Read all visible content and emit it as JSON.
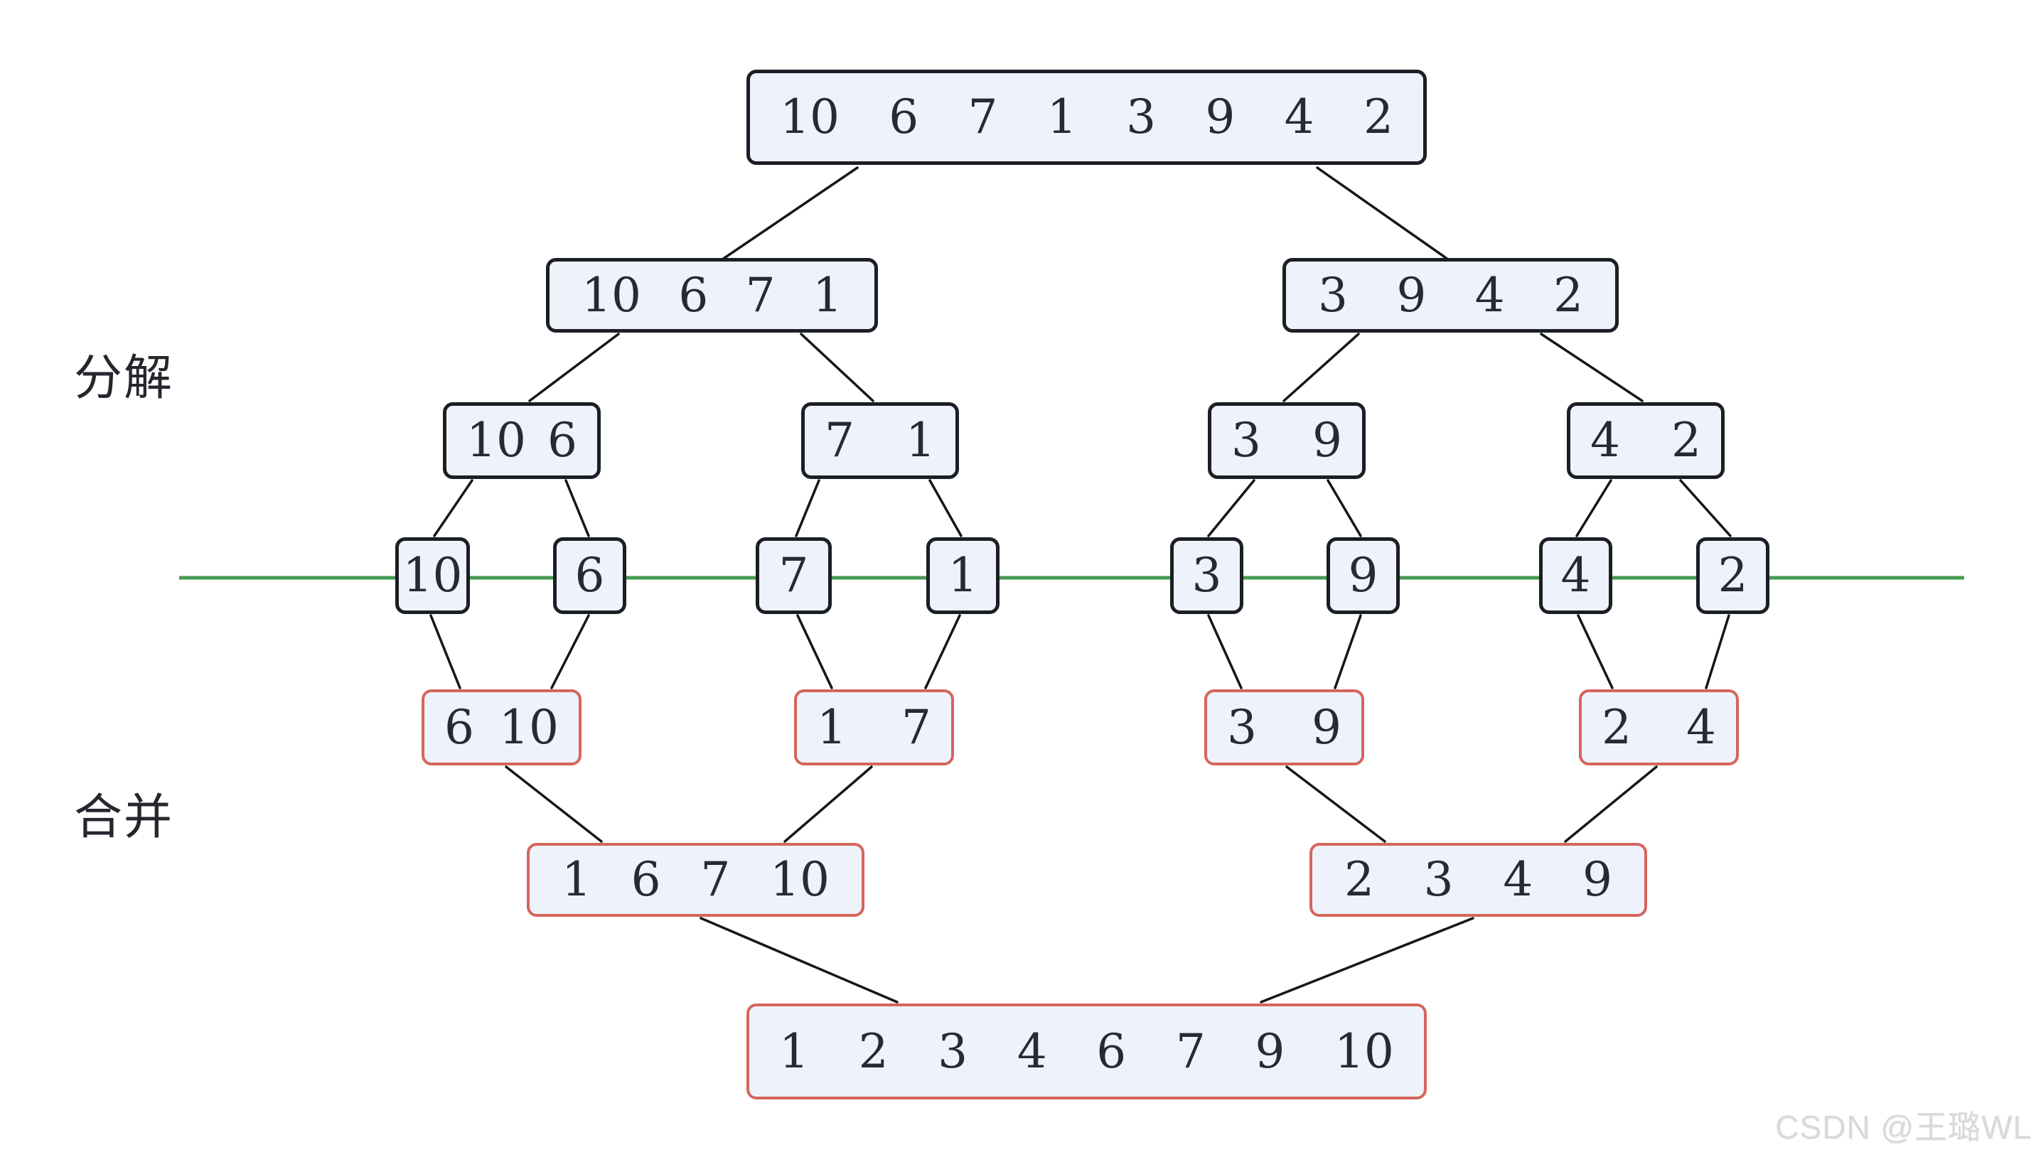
{
  "labels": {
    "decompose": "分解",
    "merge": "合并"
  },
  "watermark": "CSDN @王璐WL",
  "colors": {
    "box_fill": "#eef2fb",
    "box_border_decompose": "#1b1e24",
    "box_border_merge": "#d5655c",
    "edge_line": "#15161a",
    "divider_line": "#459a52",
    "number_text": "#262a33",
    "watermark_text": "#d9d9d9"
  },
  "nodes": {
    "root": {
      "values": [
        "10",
        "6",
        "7",
        "1",
        "3",
        "9",
        "4",
        "2"
      ]
    },
    "d1_left": {
      "values": [
        "10",
        "6",
        "7",
        "1"
      ]
    },
    "d1_right": {
      "values": [
        "3",
        "9",
        "4",
        "2"
      ]
    },
    "d2_a": {
      "values": [
        "10",
        "6"
      ]
    },
    "d2_b": {
      "values": [
        "7",
        "1"
      ]
    },
    "d2_c": {
      "values": [
        "3",
        "9"
      ]
    },
    "d2_d": {
      "values": [
        "4",
        "2"
      ]
    },
    "s_10": {
      "values": [
        "10"
      ]
    },
    "s_6": {
      "values": [
        "6"
      ]
    },
    "s_7": {
      "values": [
        "7"
      ]
    },
    "s_1": {
      "values": [
        "1"
      ]
    },
    "s_3": {
      "values": [
        "3"
      ]
    },
    "s_9": {
      "values": [
        "9"
      ]
    },
    "s_4": {
      "values": [
        "4"
      ]
    },
    "s_2": {
      "values": [
        "2"
      ]
    },
    "m1_a": {
      "values": [
        "6",
        "10"
      ]
    },
    "m1_b": {
      "values": [
        "1",
        "7"
      ]
    },
    "m1_c": {
      "values": [
        "3",
        "9"
      ]
    },
    "m1_d": {
      "values": [
        "2",
        "4"
      ]
    },
    "m2_left": {
      "values": [
        "1",
        "6",
        "7",
        "10"
      ]
    },
    "m2_right": {
      "values": [
        "2",
        "3",
        "4",
        "9"
      ]
    },
    "final": {
      "values": [
        "1",
        "2",
        "3",
        "4",
        "6",
        "7",
        "9",
        "10"
      ]
    }
  }
}
